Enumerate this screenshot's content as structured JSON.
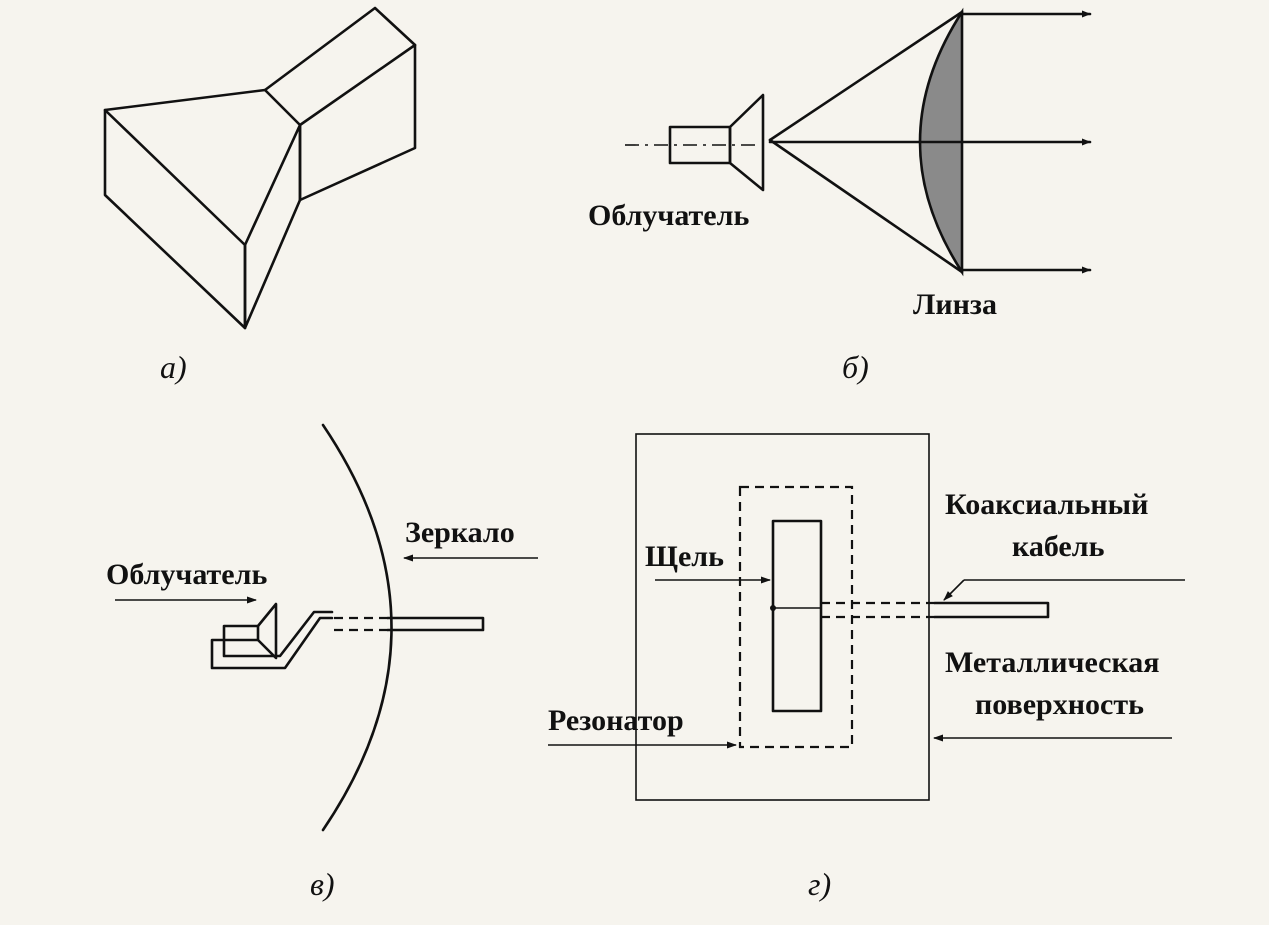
{
  "colors": {
    "background": "#f6f4ee",
    "ink": "#111111",
    "lens_fill": "#8a8a8a"
  },
  "panels": {
    "a": {
      "caption": "а)"
    },
    "b": {
      "caption": "б)",
      "feed_label": "Облучатель",
      "lens_label": "Линза"
    },
    "v": {
      "caption": "в)",
      "feed_label": "Облучатель",
      "mirror_label": "Зеркало"
    },
    "g": {
      "caption": "г)",
      "slot_label": "Щель",
      "coax_label_line1": "Коаксиальный",
      "coax_label_line2": "кабель",
      "metal_label_line1": "Металлическая",
      "metal_label_line2": "поверхность",
      "resonator_label": "Резонатор"
    }
  }
}
